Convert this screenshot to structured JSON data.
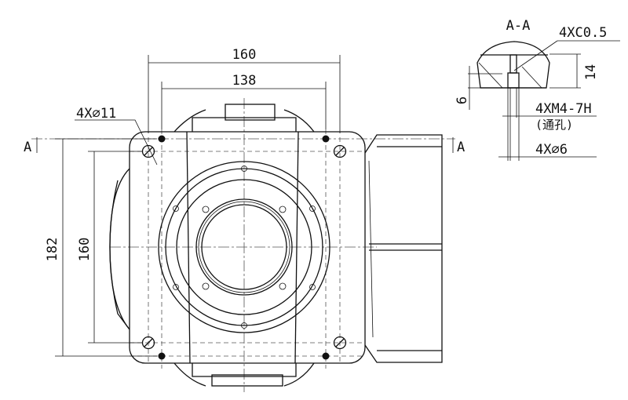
{
  "title": "Mounting flange dimension drawing",
  "section_view": {
    "label": "A-A",
    "chamfer": "4XC0.5",
    "depth_14": "14",
    "depth_6": "6",
    "thread": "4XM4-7H",
    "thread_note": "(通孔)",
    "pin_hole": "4X∅6"
  },
  "section_marks": {
    "left": "A",
    "right": "A"
  },
  "dimensions": {
    "top_outer": "160",
    "top_inner": "138",
    "hole_callout": "4X∅11",
    "left_outer": "182",
    "left_inner": "160"
  }
}
